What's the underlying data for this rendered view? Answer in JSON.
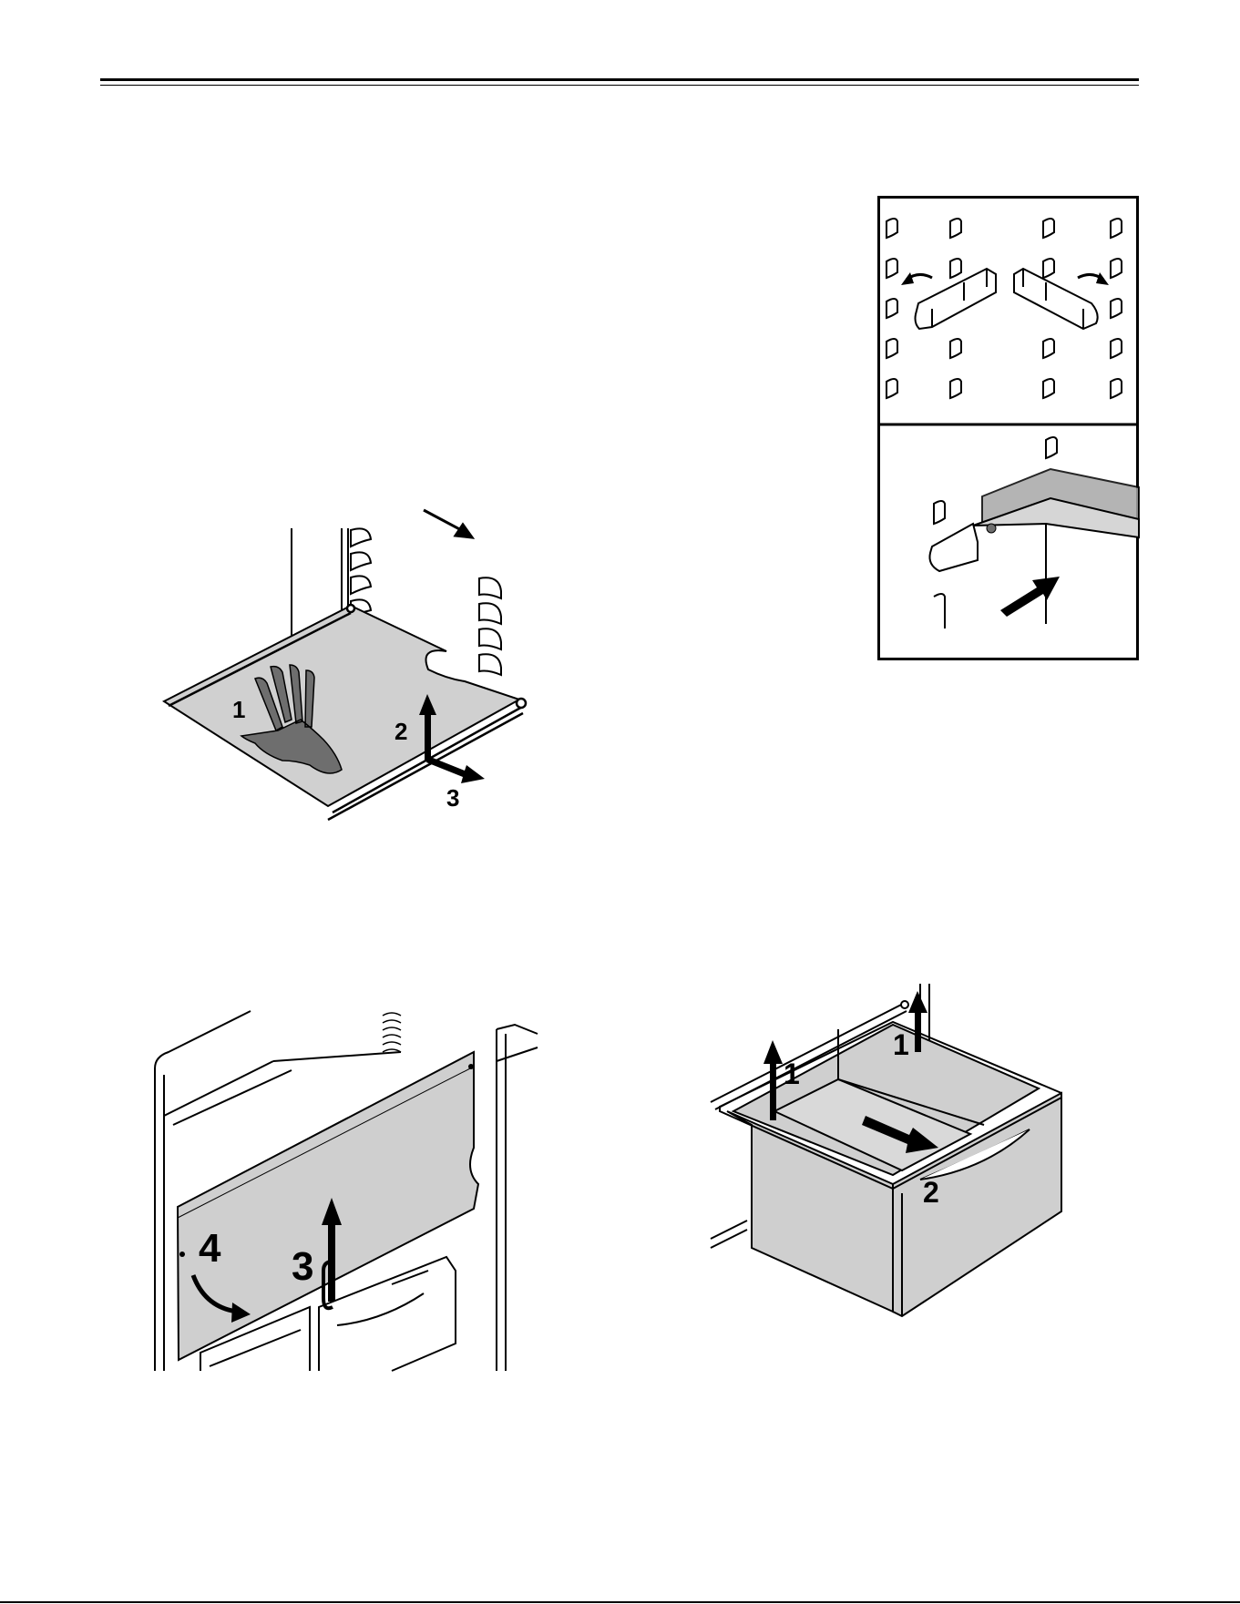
{
  "figures": {
    "shelf_removal": {
      "steps": [
        "1",
        "2",
        "3"
      ]
    },
    "rear_panel": {
      "steps": [
        "4",
        "3"
      ]
    },
    "drawer_removal": {
      "steps": [
        "1",
        "1",
        "2"
      ]
    }
  },
  "colors": {
    "ink": "#000000",
    "panel_gray": "#cfcfcf",
    "hand_gray": "#6e6e6e",
    "paper": "#ffffff"
  }
}
